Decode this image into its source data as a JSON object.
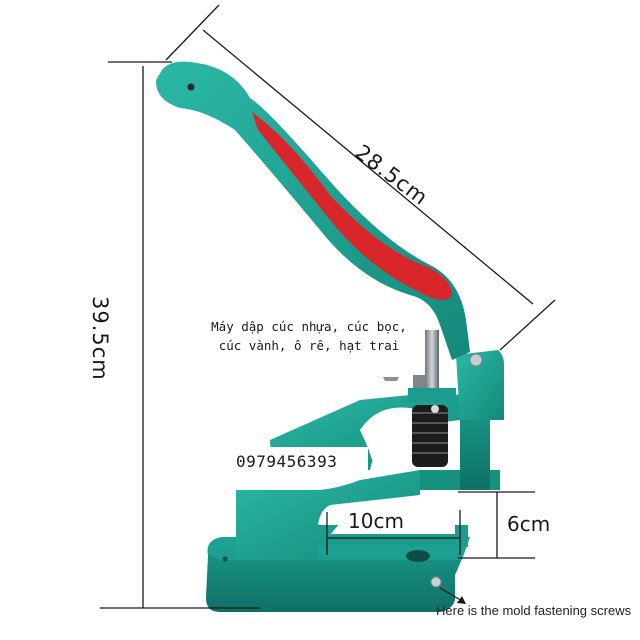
{
  "product": {
    "description_lines": [
      "Máy dập cúc nhựa, cúc bọc,",
      "cúc vành, ô rê, hạt trai"
    ],
    "phone": "0979456393",
    "note": "Here is the mold fastening screws"
  },
  "dimensions": {
    "height": "39.5cm",
    "handle_length": "28.5cm",
    "throat_depth": "10cm",
    "throat_height": "6cm"
  },
  "colors": {
    "body_teal": "#1fa596",
    "body_teal_dark": "#13786c",
    "handle_grip_red": "#d8262b",
    "spring_black": "#1c1c1c",
    "steel": "#9aa3a8",
    "line": "#1a1a1a",
    "background": "#ffffff"
  }
}
